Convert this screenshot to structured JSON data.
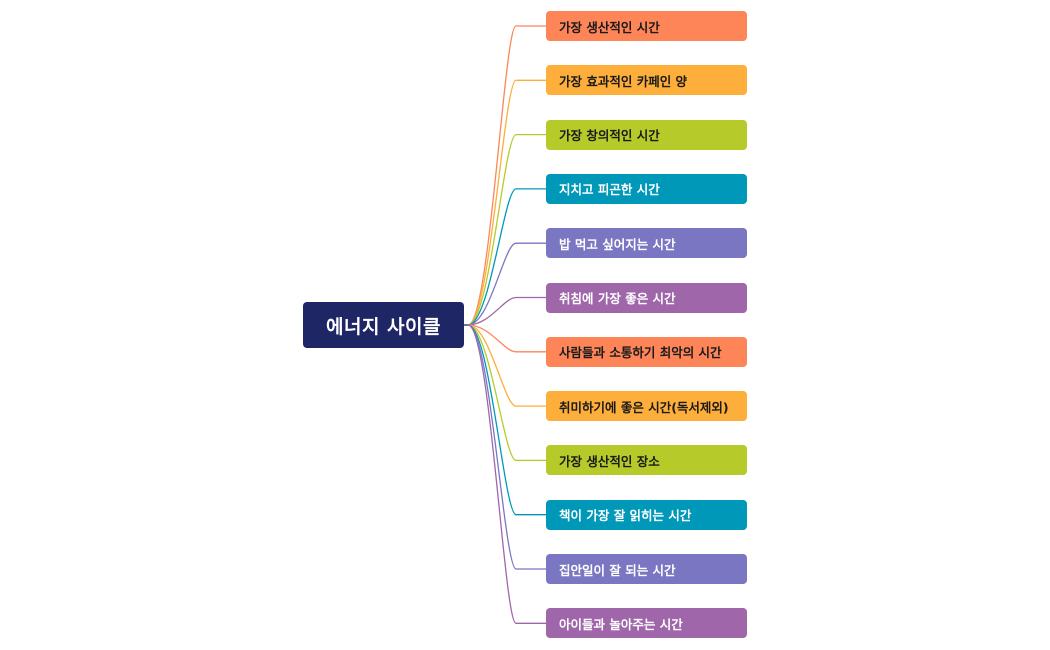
{
  "root": {
    "label": "에너지 사이클",
    "color": "#1f2666"
  },
  "branches": [
    {
      "label": "가장 생산적인 시간",
      "color": "#fe8558",
      "text_color": "#1a1a1a"
    },
    {
      "label": "가장 효과적인 카페인 양",
      "color": "#feae3a",
      "text_color": "#1a1a1a"
    },
    {
      "label": "가장 창의적인 시간",
      "color": "#b6cb29",
      "text_color": "#1a1a1a"
    },
    {
      "label": "지치고 피곤한 시간",
      "color": "#0098b9",
      "text_color": "#ffffff"
    },
    {
      "label": "밥 먹고 싶어지는 시간",
      "color": "#7a76c2",
      "text_color": "#ffffff"
    },
    {
      "label": "취침에 가장 좋은 시간",
      "color": "#a066aa",
      "text_color": "#ffffff"
    },
    {
      "label": "사람들과 소통하기 최악의 시간",
      "color": "#fe8558",
      "text_color": "#1a1a1a"
    },
    {
      "label": "취미하기에 좋은 시간(독서제외)",
      "color": "#feae3a",
      "text_color": "#1a1a1a"
    },
    {
      "label": "가장 생산적인 장소",
      "color": "#b6cb29",
      "text_color": "#1a1a1a"
    },
    {
      "label": "책이 가장 잘 읽히는 시간",
      "color": "#0098b9",
      "text_color": "#ffffff"
    },
    {
      "label": "집안일이 잘 되는 시간",
      "color": "#7a76c2",
      "text_color": "#ffffff"
    },
    {
      "label": "아이들과 놀아주는 시간",
      "color": "#a066aa",
      "text_color": "#ffffff"
    }
  ]
}
